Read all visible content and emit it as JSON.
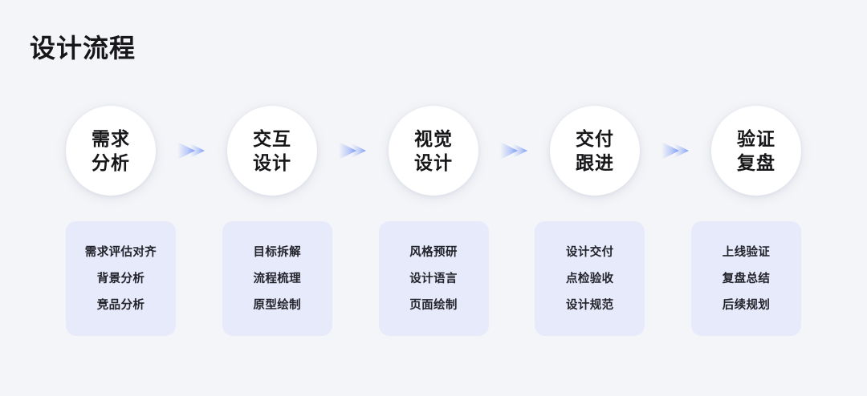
{
  "title": "设计流程",
  "theme": {
    "background": "#f4f5f8",
    "node_fill": "#ffffff",
    "card_fill": "#e7eafb",
    "text": "#17171a",
    "arrow_accent": "#7e9cf5"
  },
  "stages": [
    {
      "id": "requirement-analysis",
      "line1": "需求",
      "line2": "分析",
      "details": [
        "需求评估对齐",
        "背景分析",
        "竞品分析"
      ]
    },
    {
      "id": "interaction-design",
      "line1": "交互",
      "line2": "设计",
      "details": [
        "目标拆解",
        "流程梳理",
        "原型绘制"
      ]
    },
    {
      "id": "visual-design",
      "line1": "视觉",
      "line2": "设计",
      "details": [
        "风格预研",
        "设计语言",
        "页面绘制"
      ]
    },
    {
      "id": "delivery-followup",
      "line1": "交付",
      "line2": "跟进",
      "details": [
        "设计交付",
        "点检验收",
        "设计规范"
      ]
    },
    {
      "id": "validation-review",
      "line1": "验证",
      "line2": "复盘",
      "details": [
        "上线验证",
        "复盘总结",
        "后续规划"
      ]
    }
  ],
  "connectors": [
    {
      "icon": "arrow-right-icon"
    },
    {
      "icon": "arrow-right-icon"
    },
    {
      "icon": "arrow-right-icon"
    },
    {
      "icon": "arrow-right-icon"
    }
  ]
}
